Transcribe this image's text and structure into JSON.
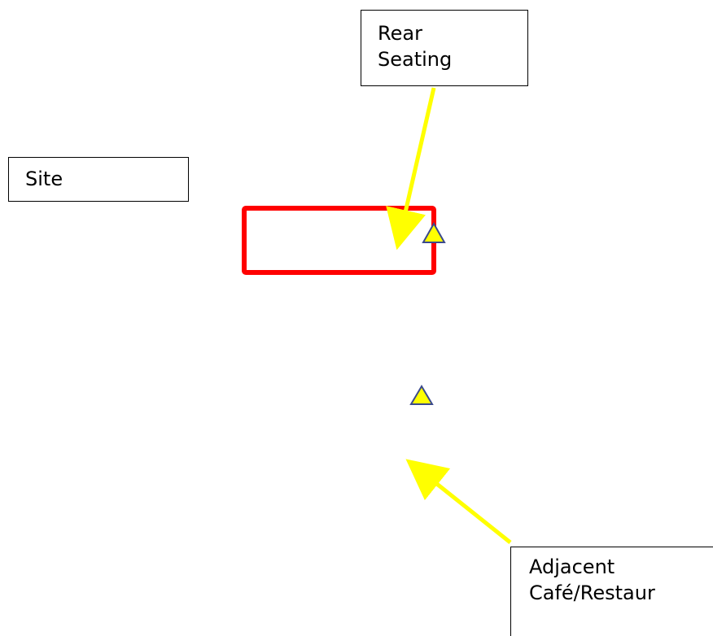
{
  "labels": {
    "rear_seating": [
      "Rear",
      "Seating"
    ],
    "site": "Site",
    "adjacent_cafe": [
      "Adjacent",
      "Café/Restaur"
    ]
  },
  "colors": {
    "site_outline": "#ff0000",
    "arrow": "#ffff00",
    "marker_fill": "#ffff00",
    "marker_stroke": "#3b4a8c",
    "box_border": "#000000"
  },
  "markers": [
    {
      "name": "rear-seating-marker",
      "shape": "triangle"
    },
    {
      "name": "cafe-marker",
      "shape": "triangle"
    }
  ]
}
